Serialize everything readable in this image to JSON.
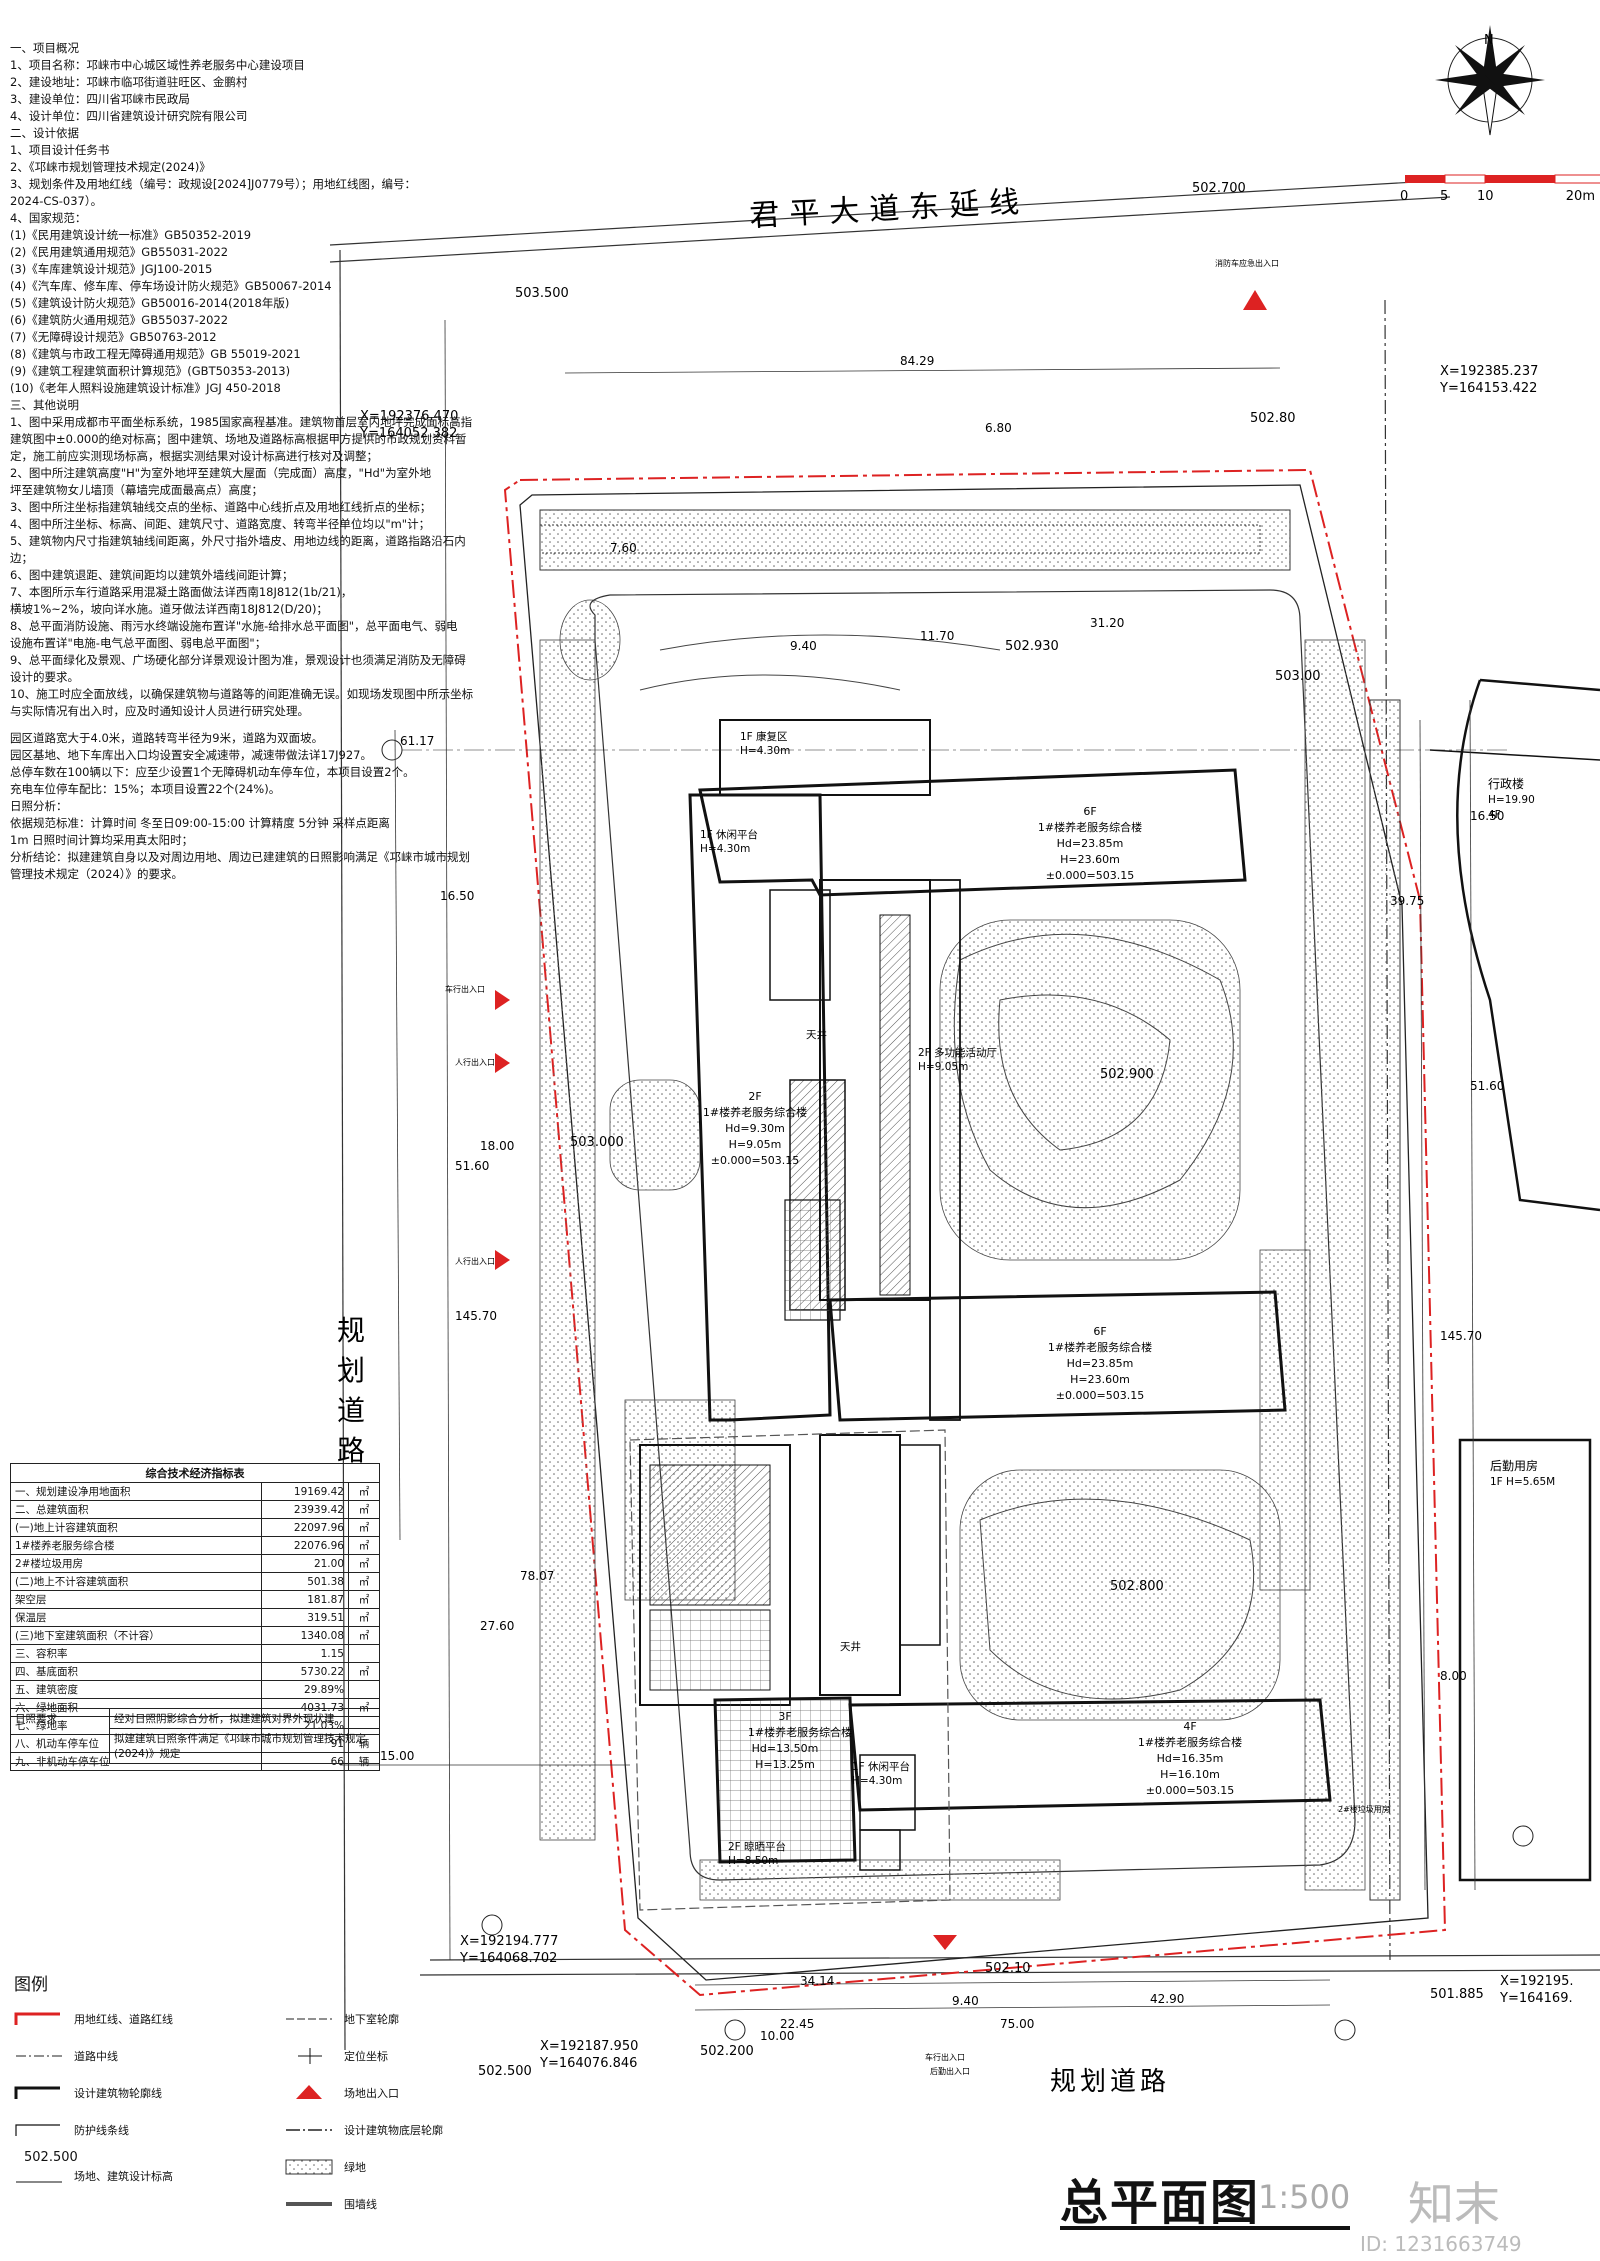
{
  "notes": [
    "一、项目概况",
    "1、项目名称：邛崃市中心城区域性养老服务中心建设项目",
    "2、建设地址：邛崃市临邛街道驻旺区、金鹏村",
    "3、建设单位：四川省邛崃市民政局",
    "4、设计单位：四川省建筑设计研究院有限公司",
    "二、设计依据",
    "1、项目设计任务书",
    "2、《邛崃市规划管理技术规定(2024)》",
    "3、规划条件及用地红线（编号：政规设[2024]J0779号）；用地红线图，编号：",
    "2024-CS-037）。",
    "4、国家规范：",
    "(1)《民用建筑设计统一标准》GB50352-2019",
    "(2)《民用建筑通用规范》GB55031-2022",
    "(3)《车库建筑设计规范》JGJ100-2015",
    "(4)《汽车库、修车库、停车场设计防火规范》GB50067-2014",
    "(5)《建筑设计防火规范》GB50016-2014(2018年版)",
    "(6)《建筑防火通用规范》GB55037-2022",
    "(7)《无障碍设计规范》GB50763-2012",
    "(8)《建筑与市政工程无障碍通用规范》GB 55019-2021",
    "(9)《建筑工程建筑面积计算规范》(GBT50353-2013)",
    "(10)《老年人照料设施建筑设计标准》JGJ 450-2018",
    "三、其他说明",
    "1、图中采用成都市平面坐标系统，1985国家高程基准。建筑物首层室内地坪完成面标高指",
    "建筑图中±0.000的绝对标高；图中建筑、场地及道路标高根据甲方提供的市政规划资料暂",
    "定，施工前应实测现场标高，根据实测结果对设计标高进行核对及调整；",
    "2、图中所注建筑高度\"H\"为室外地坪至建筑大屋面（完成面）高度，\"Hd\"为室外地",
    "坪至建筑物女儿墙顶（幕墙完成面最高点）高度；",
    "3、图中所注坐标指建筑轴线交点的坐标、道路中心线折点及用地红线折点的坐标；",
    "4、图中所注坐标、标高、间距、建筑尺寸、道路宽度、转弯半径单位均以\"m\"计；",
    "5、建筑物内尺寸指建筑轴线间距离，外尺寸指外墙皮、用地边线的距离，道路指路沿石内",
    "边；",
    "6、图中建筑退距、建筑间距均以建筑外墙线间距计算；",
    "7、本图所示车行道路采用混凝土路面做法详西南18J812(1b/21)，",
    "横坡1%~2%，坡向详水施。道牙做法详西南18J812(D/20)；",
    "8、总平面消防设施、雨污水终端设施布置详\"水施-给排水总平面图\"，总平面电气、弱电",
    "设施布置详\"电施-电气总平面图、弱电总平面图\"；",
    "9、总平面绿化及景观、广场硬化部分详景观设计图为准，景观设计也须满足消防及无障碍",
    "设计的要求。",
    "10、施工时应全面放线，以确保建筑物与道路等的间距准确无误。如现场发现图中所示坐标",
    "与实际情况有出入时，应及时通知设计人员进行研究处理。",
    "",
    "园区道路宽大于4.0米，道路转弯半径为9米，道路为双面坡。",
    "园区基地、地下车库出入口均设置安全减速带，减速带做法详17J927。",
    "总停车数在100辆以下：应至少设置1个无障碍机动车停车位，本项目设置2个。",
    "充电车位停车配比：15%；本项目设置22个(24%)。",
    "日照分析：",
    "依据规范标准：计算时间 冬至日09:00-15:00  计算精度 5分钟  采样点距离",
    "1m  日照时间计算均采用真太阳时；",
    "分析结论：拟建建筑自身以及对周边用地、周边已建建筑的日照影响满足《邛崃市城市规划",
    "管理技术规定（2024）》的要求。"
  ],
  "kpi": {
    "title": "综合技术经济指标表",
    "rows": [
      {
        "label": "一、规划建设净用地面积",
        "value": "19169.42",
        "unit": "㎡"
      },
      {
        "label": "二、总建筑面积",
        "value": "23939.42",
        "unit": "㎡"
      },
      {
        "label": "(一)地上计容建筑面积",
        "value": "22097.96",
        "unit": "㎡"
      },
      {
        "label": "1#楼养老服务综合楼",
        "value": "22076.96",
        "unit": "㎡"
      },
      {
        "label": "2#楼垃圾用房",
        "value": "21.00",
        "unit": "㎡"
      },
      {
        "label": "(二)地上不计容建筑面积",
        "value": "501.38",
        "unit": "㎡"
      },
      {
        "label": "架空层",
        "value": "181.87",
        "unit": "㎡"
      },
      {
        "label": "保温层",
        "value": "319.51",
        "unit": "㎡"
      },
      {
        "label": "(三)地下室建筑面积（不计容）",
        "value": "1340.08",
        "unit": "㎡"
      },
      {
        "label": "三、容积率",
        "value": "1.15",
        "unit": ""
      },
      {
        "label": "四、基底面积",
        "value": "5730.22",
        "unit": "㎡"
      },
      {
        "label": "五、建筑密度",
        "value": "29.89%",
        "unit": ""
      },
      {
        "label": "六、绿地面积",
        "value": "4031.73",
        "unit": "㎡"
      },
      {
        "label": "七、绿地率",
        "value": "21.03%",
        "unit": ""
      },
      {
        "label": "八、机动车停车位",
        "value": "91",
        "unit": "辆"
      },
      {
        "label": "九、非机动车停车位",
        "value": "66",
        "unit": "辆"
      }
    ],
    "sun_label": "日照要求",
    "sun_a": "经对日照阴影综合分析，拟建建筑对界外现状建",
    "sun_b": "拟建建筑日照条件满足《邛崃市城市规划管理技术规定(2024)》规定"
  },
  "legend": {
    "title": "图例",
    "items": [
      "用地红线、道路红线",
      "道路中线",
      "设计建筑物轮廓线",
      "防护线条线",
      "场地、建筑设计标高",
      "地下室轮廓",
      "定位坐标",
      "场地出入口",
      "设计建筑物底层轮廓",
      "绿地",
      "围墙线"
    ],
    "elev_sample": "502.500"
  },
  "roads": {
    "north": "君平大道东延线",
    "west": "规划道路",
    "south": "规划道路"
  },
  "scale_bar": [
    "0",
    "5",
    "10",
    "20m"
  ],
  "compass": "N",
  "buildings": [
    {
      "floors": "6F",
      "name": "1#楼养老服务综合楼",
      "hd": "Hd=23.85m",
      "h": "H=23.60m",
      "base": "±0.000=503.15"
    },
    {
      "floors": "2F",
      "name": "1#楼养老服务综合楼",
      "hd": "Hd=9.30m",
      "h": "H=9.05m",
      "base": "±0.000=503.15"
    },
    {
      "floors": "6F",
      "name": "1#楼养老服务综合楼",
      "hd": "Hd=23.85m",
      "h": "H=23.60m",
      "base": "±0.000=503.15"
    },
    {
      "floors": "4F",
      "name": "1#楼养老服务综合楼",
      "hd": "Hd=16.35m",
      "h": "H=16.10m",
      "base": "±0.000=503.15"
    },
    {
      "floors": "3F",
      "name": "1#楼养老服务综合楼",
      "hd": "Hd=13.50m",
      "h": "H=13.25m",
      "base": ""
    }
  ],
  "platforms": {
    "rest1": "1F 休闲平台",
    "rest1_h": "H=4.30m",
    "rehab": "1F 康复区",
    "rehab_h": "H=4.30m",
    "rest2": "1F 休闲平台",
    "rest2_h": "H=4.30m",
    "dry": "2F 晾晒平台",
    "dry_h": "H=8.50m",
    "hall": "2F 多功能活动厅",
    "hall_h": "H=9.05m",
    "neighbor_a": "行政楼",
    "neighbor_a_h": "H=19.90",
    "neighbor_a_f": "4F",
    "neighbor_b": "后勤用房",
    "neighbor_b_h": "1F H=5.65M",
    "skylight1": "天井",
    "skylight2": "天井",
    "garbage": "2#楼垃圾用房"
  },
  "elevations": [
    "503.500",
    "502.700",
    "502.80",
    "502.930",
    "503.00",
    "503.000",
    "502.900",
    "502.800",
    "502.10",
    "501.885",
    "502.200",
    "502.500"
  ],
  "coords": {
    "nw": "X=192376.470\nY=164052.382",
    "ne": "X=192385.237\nY=164153.422",
    "sw": "X=192194.777\nY=164068.702",
    "s": "X=192187.950\nY=164076.846",
    "se": "X=192195.\nY=164169."
  },
  "dims": {
    "top1": "84.29",
    "top2": "31.20",
    "top3": "11.70",
    "top4": "9.40",
    "top5": "7.60",
    "top6": "6.80",
    "bot1": "34.14",
    "bot2": "9.40",
    "bot3": "22.45",
    "bot4": "75.00",
    "bot5": "42.90",
    "bot6": "10.00",
    "left1": "61.17",
    "left2": "16.50",
    "left3": "51.60",
    "left4": "145.70",
    "left5": "78.07",
    "left6": "27.60",
    "left7": "15.00",
    "left8": "18.00",
    "right1": "39.75",
    "right2": "51.60",
    "right3": "145.70",
    "right4": "16.50",
    "right5": "8.00"
  },
  "entrance_labels": [
    "消防车应急出入口",
    "车行出入口",
    "人行出入口",
    "车行出入口",
    "人行出入口",
    "后勤出入口"
  ],
  "title": "总平面图",
  "scale": "1:500",
  "brand": "知末",
  "brand_id": "ID: 1231663749"
}
